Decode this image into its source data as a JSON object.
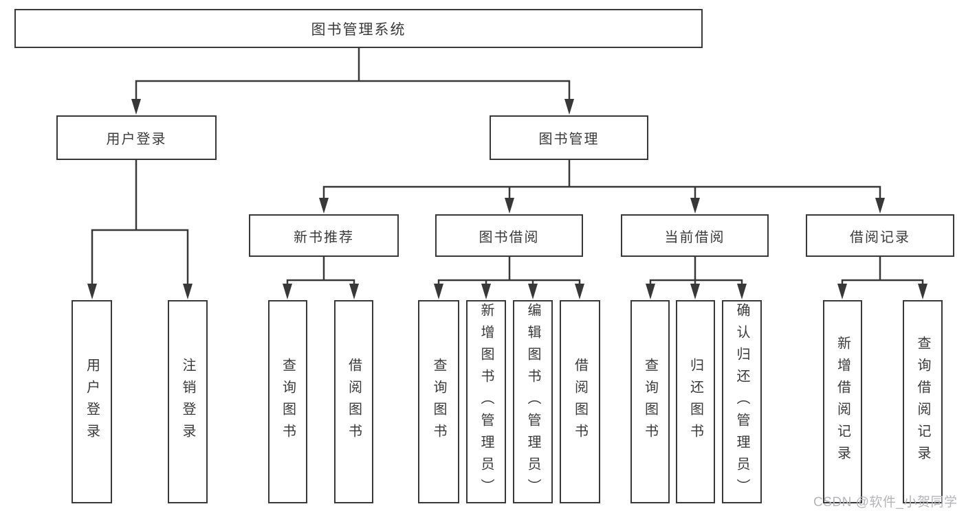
{
  "tree": {
    "root": {
      "label": "图书管理系统"
    },
    "children": [
      {
        "label": "用户登录",
        "children": [
          {
            "label": "用户登录"
          },
          {
            "label": "注销登录"
          }
        ]
      },
      {
        "label": "图书管理",
        "children": [
          {
            "label": "新书推荐",
            "children": [
              {
                "label": "查询图书"
              },
              {
                "label": "借阅图书"
              }
            ]
          },
          {
            "label": "图书借阅",
            "children": [
              {
                "label": "查询图书"
              },
              {
                "label": "新增图书（管理员）"
              },
              {
                "label": "编辑图书（管理员）"
              },
              {
                "label": "借阅图书"
              }
            ]
          },
          {
            "label": "当前借阅",
            "children": [
              {
                "label": "查询图书"
              },
              {
                "label": "归还图书"
              },
              {
                "label": "确认归还（管理员）"
              }
            ]
          },
          {
            "label": "借阅记录",
            "children": [
              {
                "label": "新增借阅记录"
              },
              {
                "label": "查询借阅记录"
              }
            ]
          }
        ]
      }
    ]
  },
  "watermark": {
    "text": "CSDN @软件_小贺同学"
  },
  "colors": {
    "line": "#383838",
    "text": "#3a3a3a",
    "watermark": "#b5b5b9"
  }
}
